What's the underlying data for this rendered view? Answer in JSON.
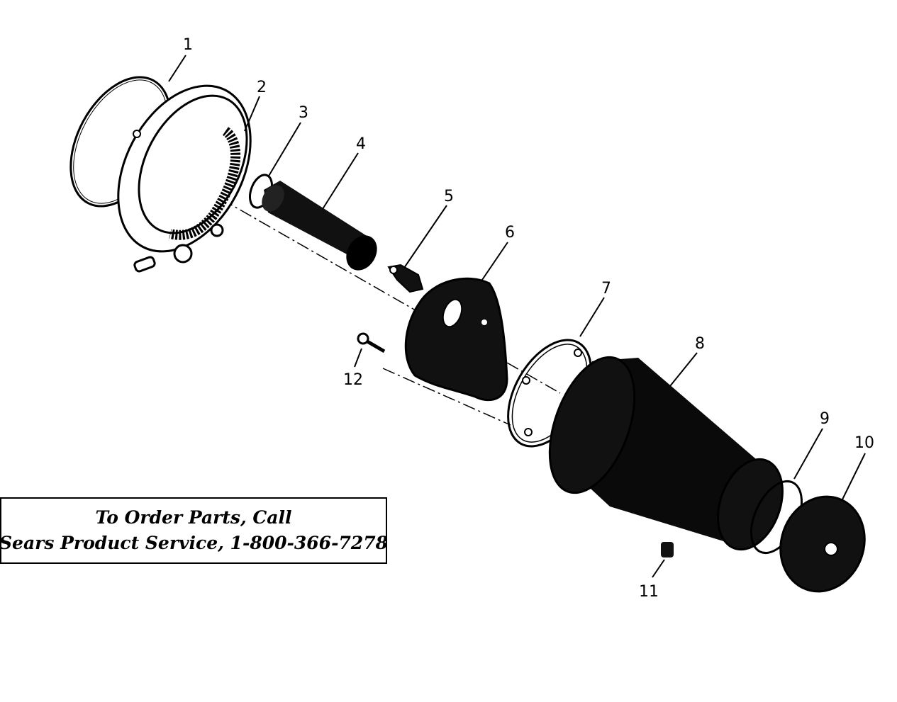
{
  "callouts": [
    "1",
    "2",
    "3",
    "4",
    "5",
    "6",
    "7",
    "8",
    "9",
    "10",
    "11",
    "12"
  ],
  "order_box": {
    "line1": "To Order Parts, Call",
    "line2": "Sears Product Service, 1-800-366-7278"
  }
}
